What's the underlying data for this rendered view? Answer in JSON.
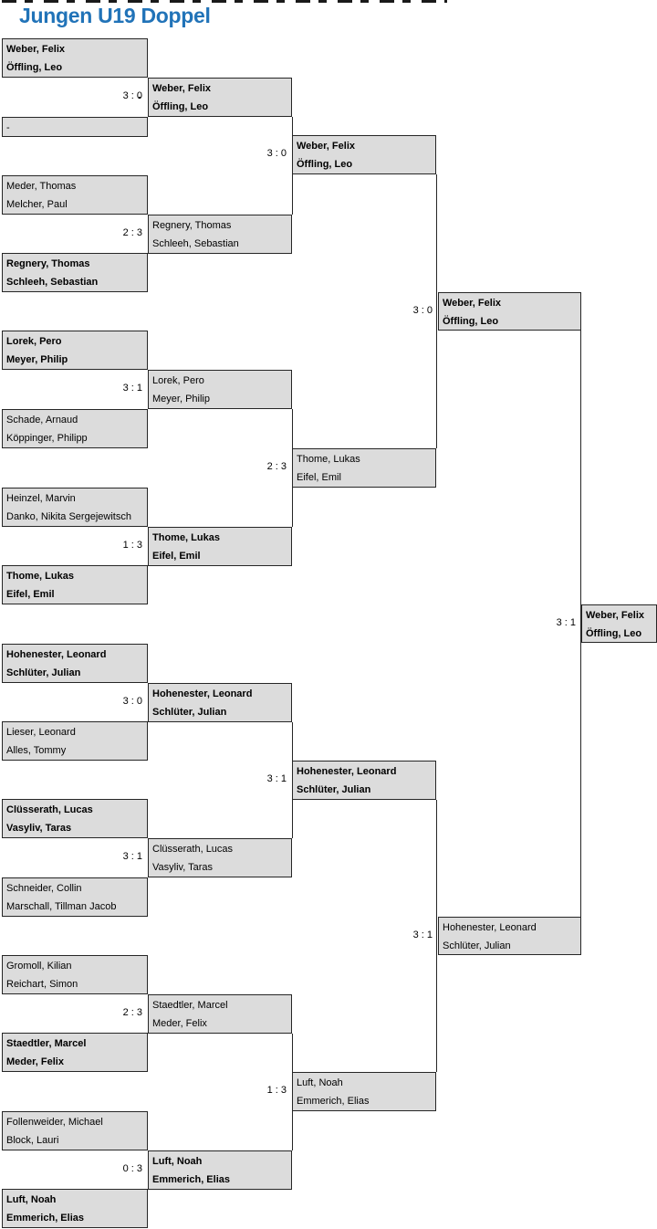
{
  "title": "Jungen U19 Doppel",
  "colors": {
    "title_blue": "#2173B8",
    "box_fill": "#DCDCDC",
    "box_border": "#262626"
  },
  "bracket": {
    "rounds": [
      {
        "boxes": [
          {
            "line1": "Weber, Felix",
            "line2": "Öffling, Leo",
            "bold": true
          },
          {
            "line1": "-",
            "line2": "",
            "bold": false,
            "bye": true
          },
          {
            "line1": "Meder, Thomas",
            "line2": "Melcher, Paul",
            "bold": false
          },
          {
            "line1": "Regnery, Thomas",
            "line2": "Schleeh, Sebastian",
            "bold": true
          },
          {
            "line1": "Lorek, Pero",
            "line2": "Meyer, Philip",
            "bold": true
          },
          {
            "line1": "Schade, Arnaud",
            "line2": "Köppinger, Philipp",
            "bold": false
          },
          {
            "line1": "Heinzel, Marvin",
            "line2": "Danko, Nikita Sergejewitsch",
            "bold": false
          },
          {
            "line1": "Thome, Lukas",
            "line2": "Eifel, Emil",
            "bold": true
          },
          {
            "line1": "Hohenester, Leonard",
            "line2": "Schlüter, Julian",
            "bold": true
          },
          {
            "line1": "Lieser, Leonard",
            "line2": "Alles, Tommy",
            "bold": false
          },
          {
            "line1": "Clüsserath, Lucas",
            "line2": "Vasyliv, Taras",
            "bold": true
          },
          {
            "line1": "Schneider, Collin",
            "line2": "Marschall, Tillman Jacob",
            "bold": false
          },
          {
            "line1": "Gromoll, Kilian",
            "line2": "Reichart, Simon",
            "bold": false
          },
          {
            "line1": "Staedtler, Marcel",
            "line2": "Meder, Felix",
            "bold": true
          },
          {
            "line1": "Follenweider, Michael",
            "line2": "Block, Lauri",
            "bold": false
          },
          {
            "line1": "Luft, Noah",
            "line2": "Emmerich, Elias",
            "bold": true
          }
        ]
      },
      {
        "boxes": [
          {
            "line1": "Weber, Felix",
            "line2": "Öffling, Leo",
            "bold": true,
            "score": "3 : 0"
          },
          {
            "line1": "Regnery, Thomas",
            "line2": "Schleeh, Sebastian",
            "bold": false,
            "score": "2 : 3"
          },
          {
            "line1": "Lorek, Pero",
            "line2": "Meyer, Philip",
            "bold": false,
            "score": "3 : 1"
          },
          {
            "line1": "Thome, Lukas",
            "line2": "Eifel, Emil",
            "bold": true,
            "score": "1 : 3"
          },
          {
            "line1": "Hohenester, Leonard",
            "line2": "Schlüter, Julian",
            "bold": true,
            "score": "3 : 0"
          },
          {
            "line1": "Clüsserath, Lucas",
            "line2": "Vasyliv, Taras",
            "bold": false,
            "score": "3 : 1"
          },
          {
            "line1": "Staedtler, Marcel",
            "line2": "Meder, Felix",
            "bold": false,
            "score": "2 : 3"
          },
          {
            "line1": "Luft, Noah",
            "line2": "Emmerich, Elias",
            "bold": true,
            "score": "0 : 3"
          }
        ]
      },
      {
        "boxes": [
          {
            "line1": "Weber, Felix",
            "line2": "Öffling, Leo",
            "bold": true,
            "score": "3 : 0"
          },
          {
            "line1": "Thome, Lukas",
            "line2": "Eifel, Emil",
            "bold": false,
            "score": "2 : 3"
          },
          {
            "line1": "Hohenester, Leonard",
            "line2": "Schlüter, Julian",
            "bold": true,
            "score": "3 : 1"
          },
          {
            "line1": "Luft, Noah",
            "line2": "Emmerich, Elias",
            "bold": false,
            "score": "1 : 3"
          }
        ]
      },
      {
        "boxes": [
          {
            "line1": "Weber, Felix",
            "line2": "Öffling, Leo",
            "bold": true,
            "score": "3 : 0"
          },
          {
            "line1": "Hohenester, Leonard",
            "line2": "Schlüter, Julian",
            "bold": false,
            "score": "3 : 1"
          }
        ]
      },
      {
        "boxes": [
          {
            "line1": "Weber, Felix",
            "line2": "Öffling, Leo",
            "bold": true,
            "score": "3 : 1"
          }
        ]
      }
    ]
  }
}
